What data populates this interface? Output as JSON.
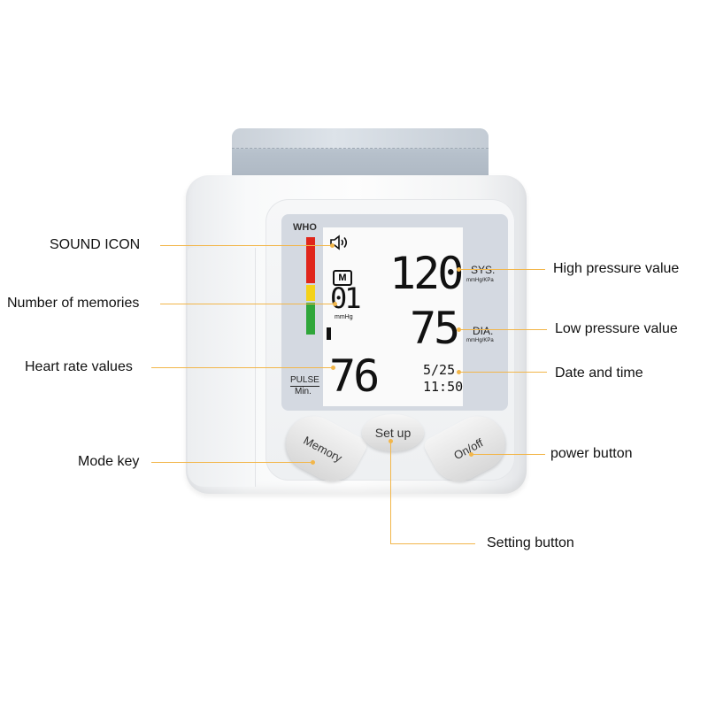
{
  "callouts": {
    "sound_icon": "SOUND ICON",
    "memories": "Number of memories",
    "heart_rate": "Heart rate values",
    "mode_key": "Mode key",
    "high_pressure": "High pressure value",
    "low_pressure": "Low pressure value",
    "date_time": "Date and time",
    "power_button": "power button",
    "setting_button": "Setting button"
  },
  "display": {
    "who": "WHO",
    "memory_badge": "M",
    "memory_number": "01",
    "memory_unit": "mmHg",
    "systolic": "120",
    "sys_label": "SYS.",
    "sys_unit": "mmHg/KPa",
    "diastolic": "75",
    "dia_label": "DIA.",
    "dia_unit": "mmHg/KPa",
    "pulse_label": "PULSE",
    "pulse_unit": "Min.",
    "pulse": "76",
    "date": "5/25",
    "time": "11:50"
  },
  "buttons": {
    "memory": "Memory",
    "setup": "Set up",
    "onoff": "On/off"
  },
  "colors": {
    "leader": "#f2b64a",
    "who_red": "#e0261b",
    "who_yellow": "#f4d21a",
    "who_green": "#2fa63a"
  }
}
